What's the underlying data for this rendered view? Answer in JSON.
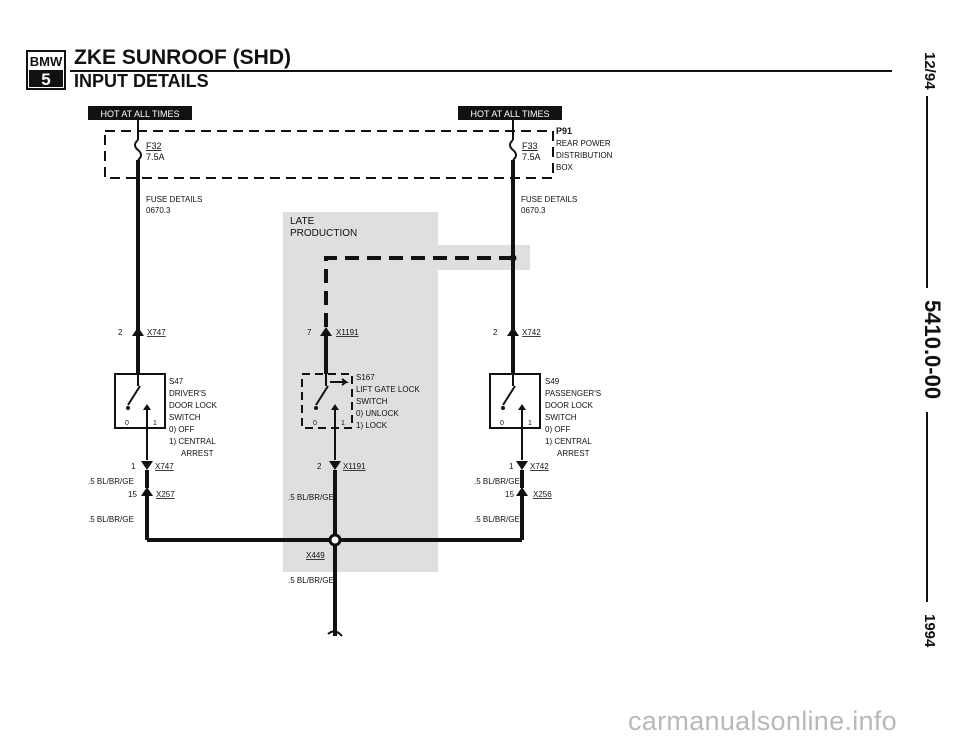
{
  "header": {
    "logo_text": "BMW",
    "logo_series": "5",
    "title": "ZKE SUNROOF (SHD)",
    "subtitle": "INPUT DETAILS"
  },
  "side": {
    "date": "12/94",
    "page_number": "5410.0-00",
    "year": "1994"
  },
  "diagram": {
    "hot_label": "HOT AT ALL TIMES",
    "fuse_left": {
      "id": "F32",
      "rating": "7.5A"
    },
    "fuse_right": {
      "id": "F33",
      "rating": "7.5A"
    },
    "distribution_box": {
      "id": "P91",
      "line1": "REAR POWER",
      "line2": "DISTRIBUTION",
      "line3": "BOX"
    },
    "fuse_details_label": "FUSE DETAILS",
    "fuse_details_ref": "0670.3",
    "late_production": {
      "line1": "LATE",
      "line2": "PRODUCTION"
    },
    "connectors": {
      "left_top_pin": "2",
      "left_top_id": "X747",
      "mid_top_pin": "7",
      "mid_top_id": "X1191",
      "right_top_pin": "2",
      "right_top_id": "X742",
      "left_bot_pin": "1",
      "left_bot_id": "X747",
      "mid_bot_pin": "2",
      "mid_bot_id": "X1191",
      "right_bot_pin": "1",
      "right_bot_id": "X742",
      "left_x_pin": "15",
      "left_x_id": "X257",
      "right_x_pin": "15",
      "right_x_id": "X256",
      "splice_id": "X449"
    },
    "switch_left": {
      "id": "S47",
      "line1": "DRIVER'S",
      "line2": "DOOR LOCK",
      "line3": "SWITCH",
      "state0": "0)  OFF",
      "state1": "1)  CENTRAL",
      "state1b": "ARREST"
    },
    "switch_mid": {
      "id": "S167",
      "line1": "LIFT GATE LOCK",
      "line2": "SWITCH",
      "state0": "0)  UNLOCK",
      "state1": "1)  LOCK"
    },
    "switch_right": {
      "id": "S49",
      "line1": "PASSENGER'S",
      "line2": "DOOR LOCK",
      "line3": "SWITCH",
      "state0": "0)  OFF",
      "state1": "1)  CENTRAL",
      "state1b": "ARREST"
    },
    "switch_pos_0": "0",
    "switch_pos_1": "1",
    "wire": ".5 BL/BR/GE"
  },
  "watermark": "carmanualsonline.info",
  "colors": {
    "ink": "#111111",
    "shade": "#d4d4d4",
    "background": "#ffffff"
  }
}
